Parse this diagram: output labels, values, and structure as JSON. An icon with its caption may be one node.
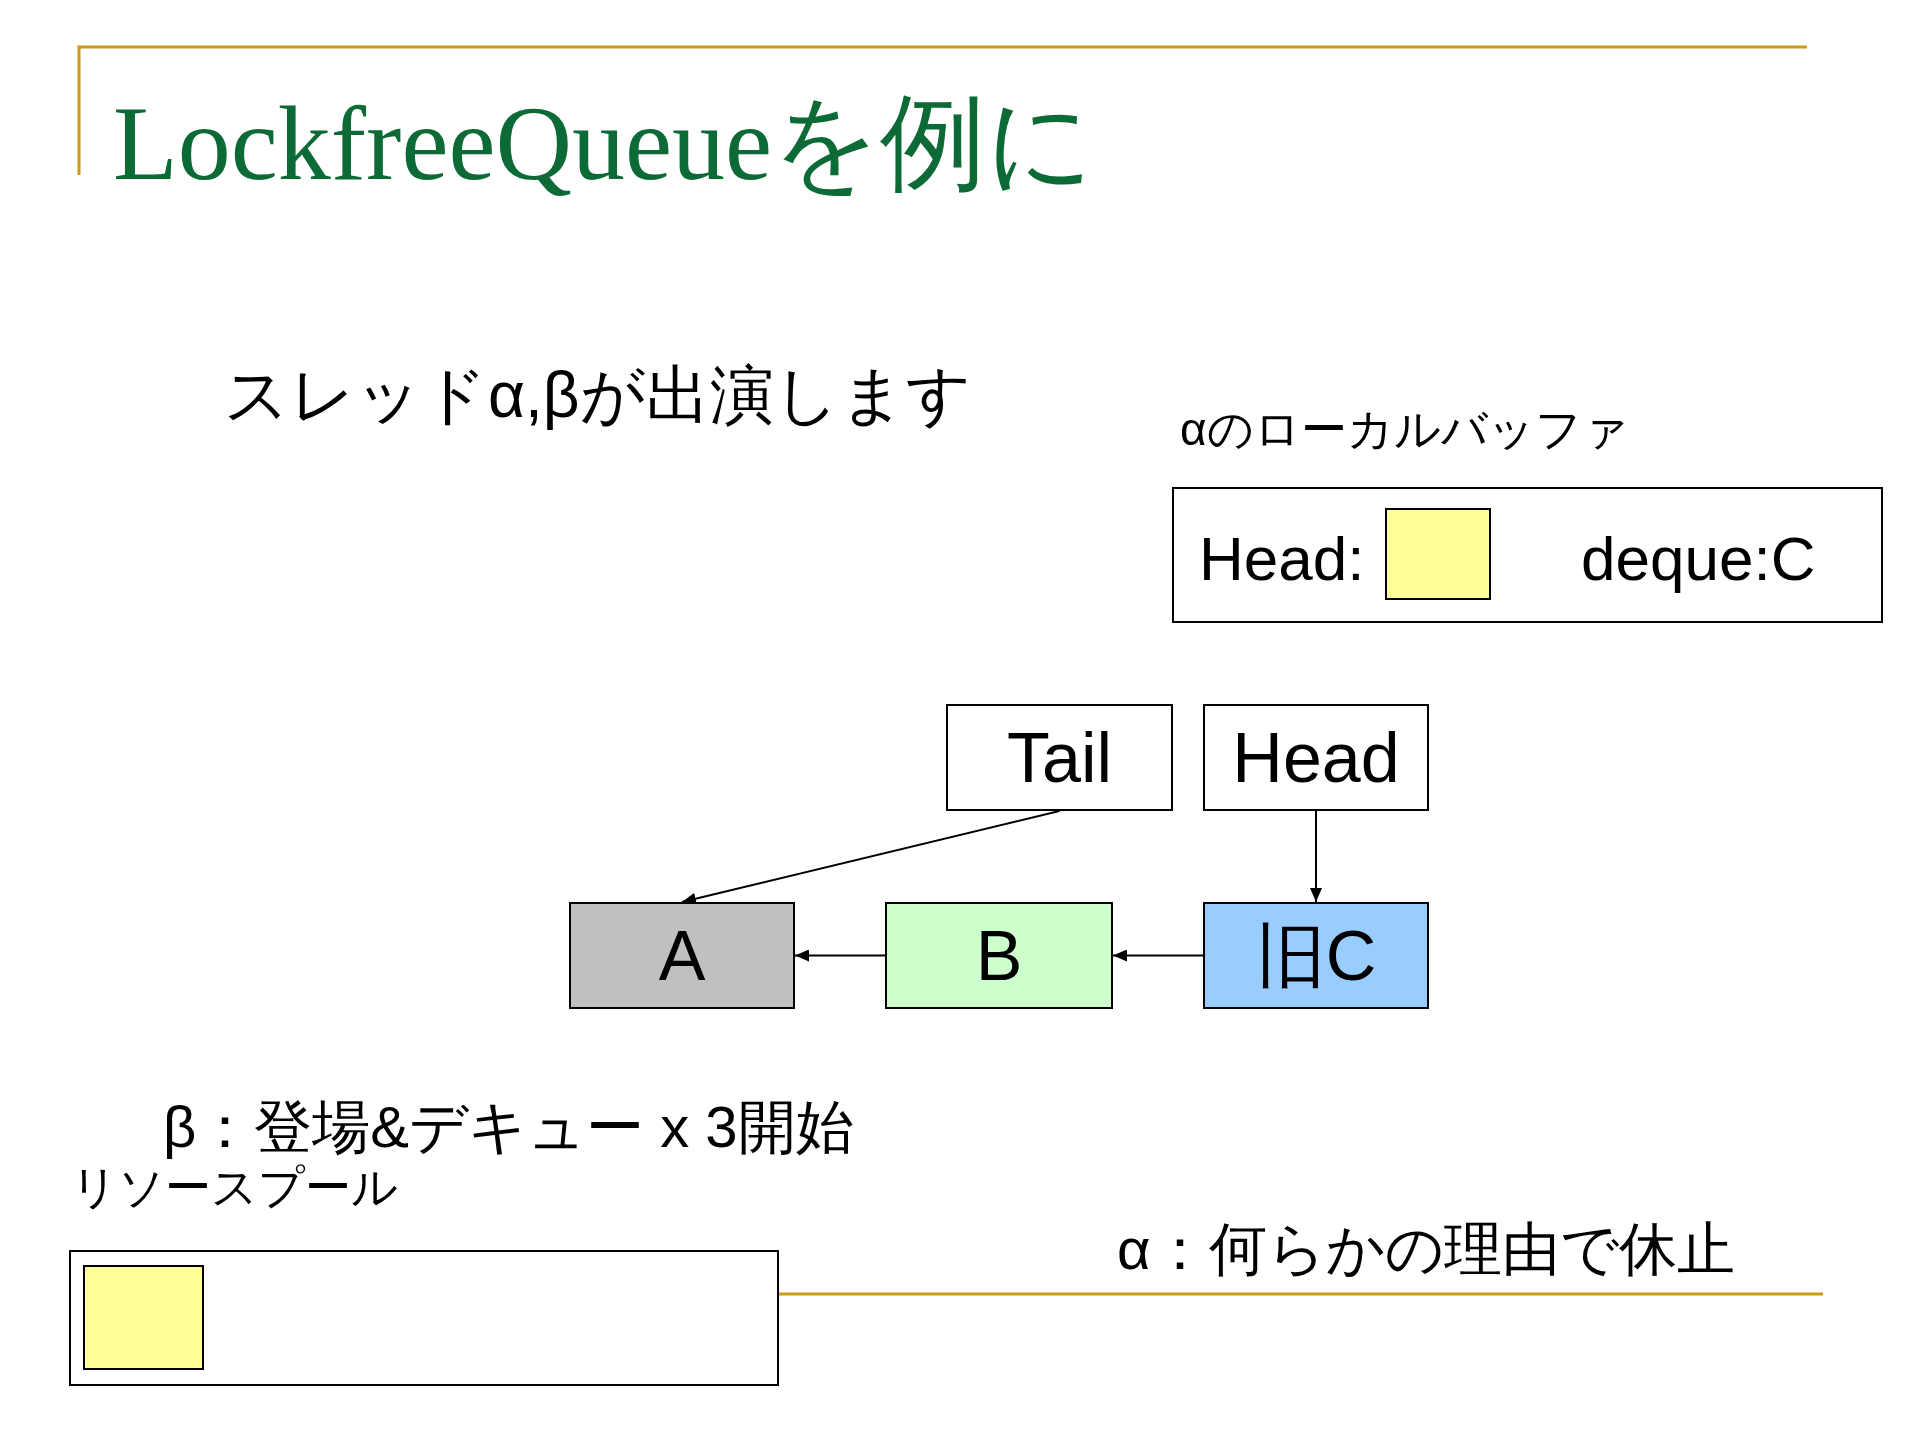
{
  "diagram": {
    "title": "LockfreeQueueを例に",
    "nodes": [
      {
        "text": [
          "αのローカルバッファ",
          "Head:",
          "deque:C"
        ]
      },
      {
        "text": [],
        "shape": "box",
        "in": 0
      },
      {
        "text": [
          "Tail"
        ]
      },
      {
        "text": [
          "Head"
        ]
      },
      {
        "text": [
          "A"
        ]
      },
      {
        "text": [
          "B"
        ]
      },
      {
        "text": [
          "旧C"
        ]
      },
      {
        "text": [
          "リソースプール"
        ]
      },
      {
        "text": [],
        "shape": "box",
        "in": 7
      }
    ],
    "edges": [
      {
        "from": 2,
        "to": 4,
        "arrow": "to"
      },
      {
        "from": 3,
        "to": 6,
        "arrow": "to"
      },
      {
        "from": 6,
        "to": 5,
        "arrow": "to"
      },
      {
        "from": 5,
        "to": 4,
        "arrow": "to"
      }
    ],
    "labels": [
      "スレッドα,βが出演します",
      "β：登場&デキュー x 3開始",
      "α：何らかの理由で休止"
    ]
  }
}
